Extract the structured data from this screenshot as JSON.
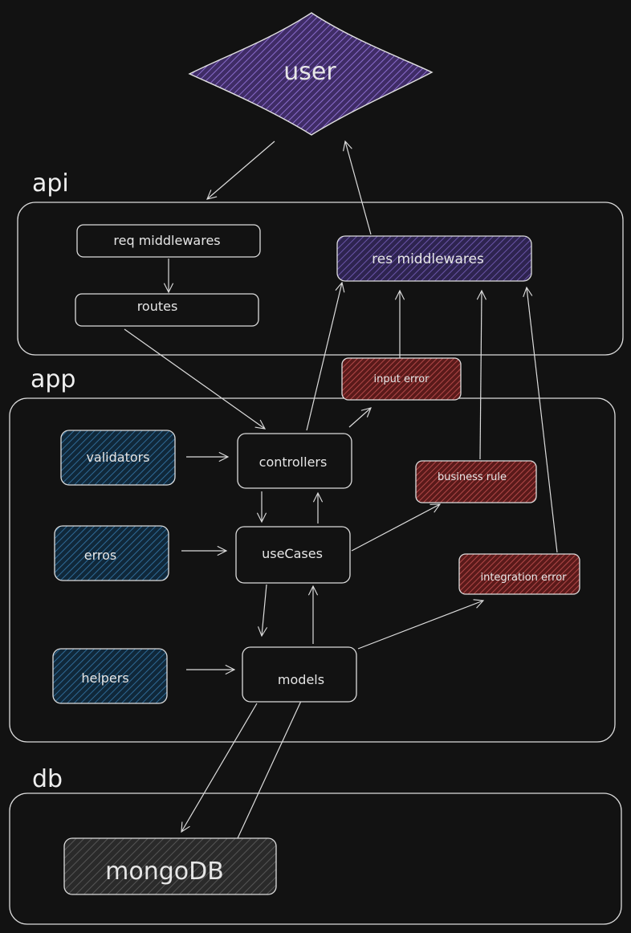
{
  "groups": {
    "api": "api",
    "app": "app",
    "db": "db"
  },
  "nodes": {
    "user": "user",
    "req_middlewares": "req middlewares",
    "routes": "routes",
    "res_middlewares": "res middlewares",
    "input_error": "input error",
    "validators": "validators",
    "controllers": "controllers",
    "business_rule": "business rule",
    "erros": "erros",
    "usecases": "useCases",
    "integration_error": "integration error",
    "helpers": "helpers",
    "models": "models",
    "mongodb": "mongoDB"
  },
  "colors": {
    "background": "#121212",
    "stroke": "#dcdcdc",
    "user_fill": "#6a4fa0",
    "res_fill": "#4a3a78",
    "error_fill": "#8a2a2a",
    "blue_fill": "#1d4a6a",
    "db_fill": "#4a4a4a"
  }
}
